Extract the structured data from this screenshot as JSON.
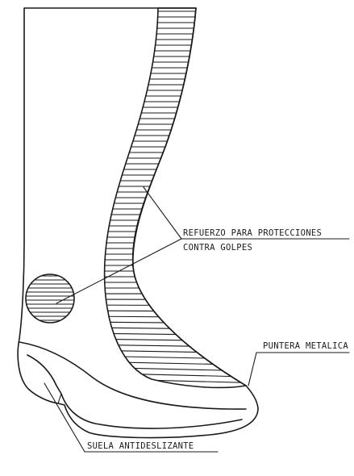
{
  "labels": {
    "reinforcement_line1": "REFUERZO PARA PROTECCIONES",
    "reinforcement_line2": "CONTRA GOLPES",
    "toe_cap": "PUNTERA METALICA",
    "sole": "SUELA ANTIDESLIZANTE"
  },
  "colors": {
    "line": "#1a1a1a",
    "background": "#ffffff"
  }
}
